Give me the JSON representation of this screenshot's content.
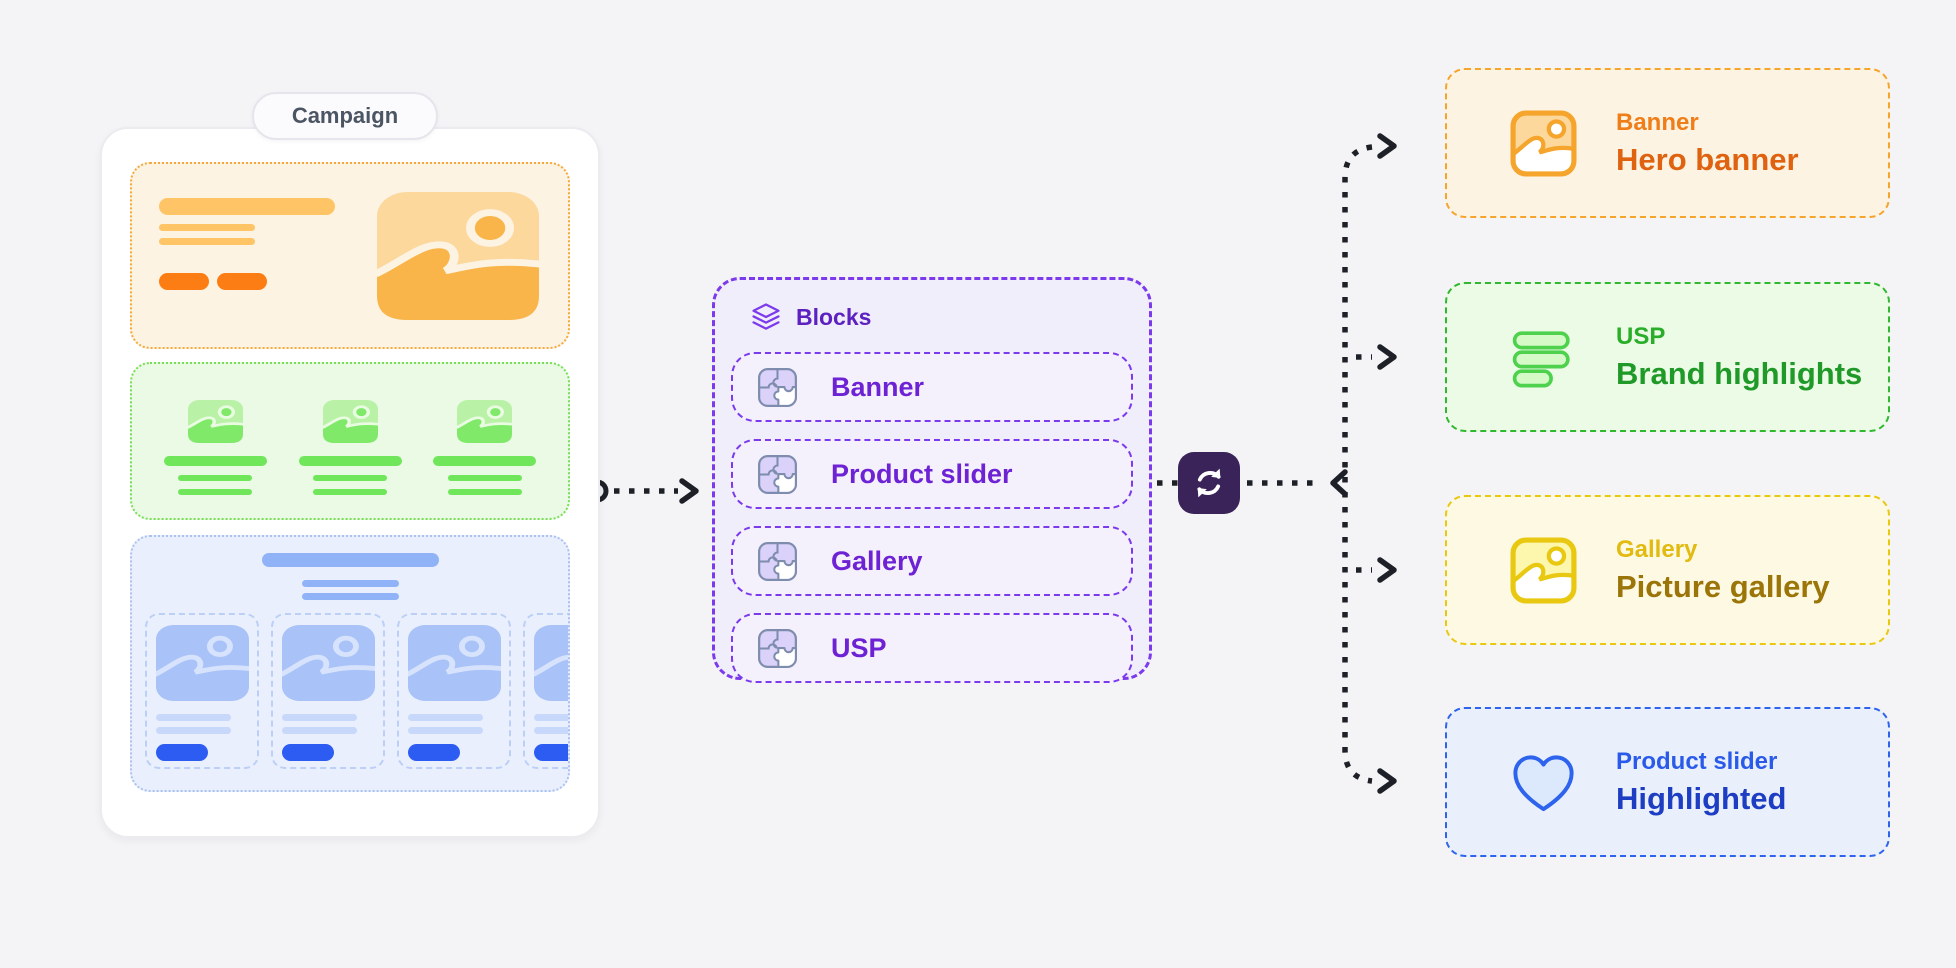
{
  "background_color": "#f4f4f6",
  "connector_color": "#1d2026",
  "campaign": {
    "label": "Campaign",
    "sections": [
      {
        "name": "banner-mockup",
        "accent": "#f5a42c",
        "background": "#fdf3e2"
      },
      {
        "name": "gallery-mockup",
        "accent": "#79de57",
        "background": "#eafae4"
      },
      {
        "name": "product-slider-mockup",
        "accent": "#2c5cf2",
        "background": "#e9effc"
      }
    ]
  },
  "blocks_panel": {
    "title": "Blocks",
    "icon": "layers-icon",
    "accent": "#7c3aed",
    "background": "#f1eefc",
    "items": [
      {
        "label": "Banner",
        "icon": "puzzle-icon"
      },
      {
        "label": "Product slider",
        "icon": "puzzle-icon"
      },
      {
        "label": "Gallery",
        "icon": "puzzle-icon"
      },
      {
        "label": "USP",
        "icon": "puzzle-icon"
      }
    ]
  },
  "sync_badge": {
    "icon": "sync-icon",
    "background": "#3a2359"
  },
  "outputs": [
    {
      "category": "Banner",
      "title": "Hero banner",
      "icon": "image-icon",
      "accent": "#f5a42c",
      "background": "#fdf3e2",
      "category_color": "#ef7d18",
      "title_color": "#df6210"
    },
    {
      "category": "USP",
      "title": "Brand highlights",
      "icon": "list-bars-icon",
      "accent": "#30b830",
      "background": "#ecfbe5",
      "category_color": "#2aae2a",
      "title_color": "#1f9a28"
    },
    {
      "category": "Gallery",
      "title": "Picture gallery",
      "icon": "image-icon",
      "accent": "#e9c812",
      "background": "#fdf9e2",
      "category_color": "#e2ba10",
      "title_color": "#9b7508"
    },
    {
      "category": "Product slider",
      "title": "Highlighted",
      "icon": "heart-icon",
      "accent": "#2d63ed",
      "background": "#e9f0fc",
      "category_color": "#2a5ae9",
      "title_color": "#1d3dc2"
    }
  ]
}
